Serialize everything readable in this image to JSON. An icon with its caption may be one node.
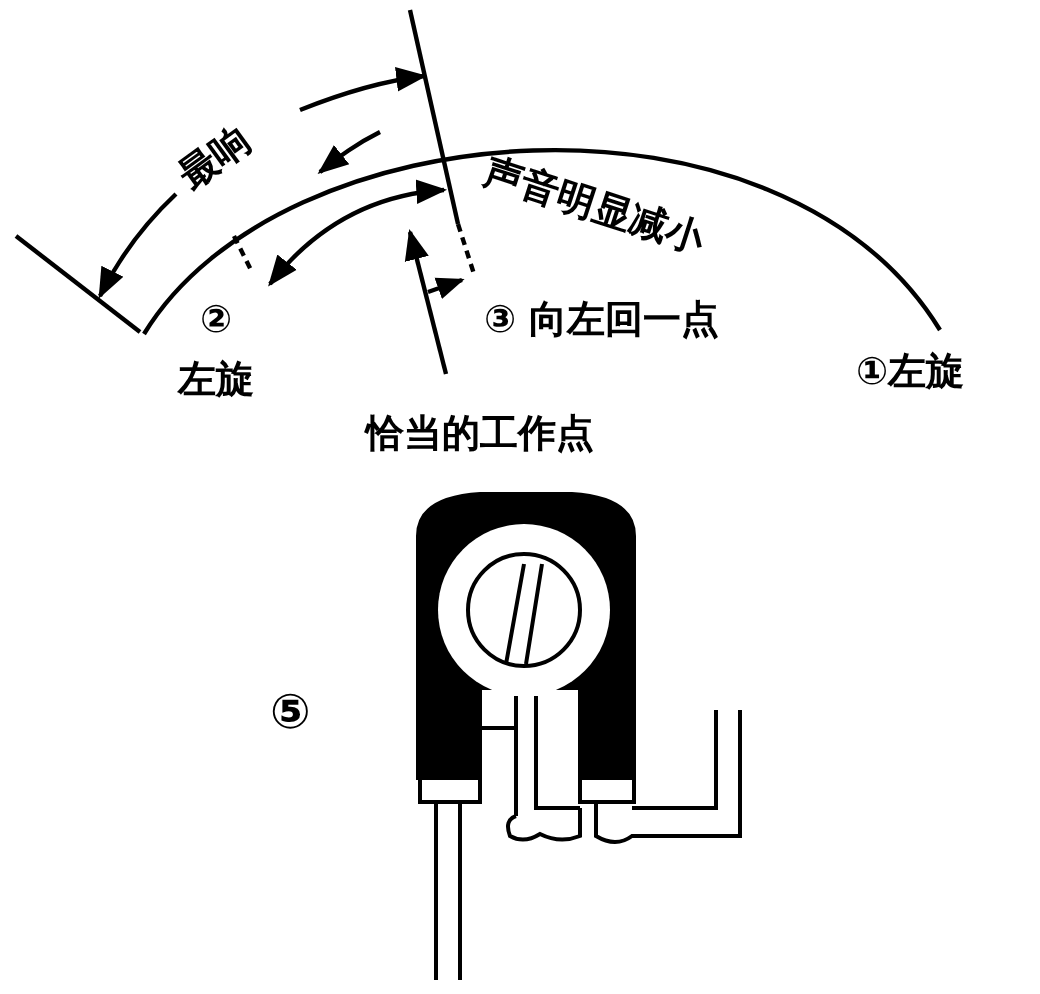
{
  "diagram": {
    "labels": [
      "最响",
      "声音明显减小",
      "②",
      "左旋",
      "③ 向左回一点",
      "①左旋",
      "恰当的工作点",
      "⑤"
    ]
  }
}
